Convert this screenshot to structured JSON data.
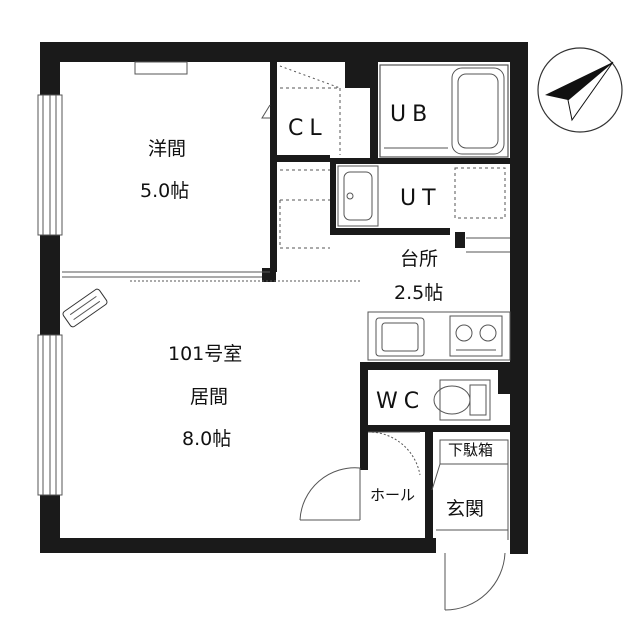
{
  "rooms": {
    "western_room": {
      "name": "洋間",
      "size": "5.0帖"
    },
    "closet": {
      "name": "CL"
    },
    "unit_bath": {
      "name": "UB"
    },
    "utility": {
      "name": "UT"
    },
    "kitchen": {
      "name": "台所",
      "size": "2.5帖"
    },
    "living": {
      "unit_no": "101号室",
      "name": "居間",
      "size": "8.0帖"
    },
    "toilet": {
      "name": "WC"
    },
    "shoe_box": {
      "name": "下駄箱"
    },
    "hall": {
      "name": "ホール"
    },
    "entrance": {
      "name": "玄関"
    }
  },
  "compass": {
    "icon": "north-arrow-icon"
  },
  "colors": {
    "wall": "#1a1a1a",
    "fixture": "#555555",
    "background": "#ffffff"
  }
}
